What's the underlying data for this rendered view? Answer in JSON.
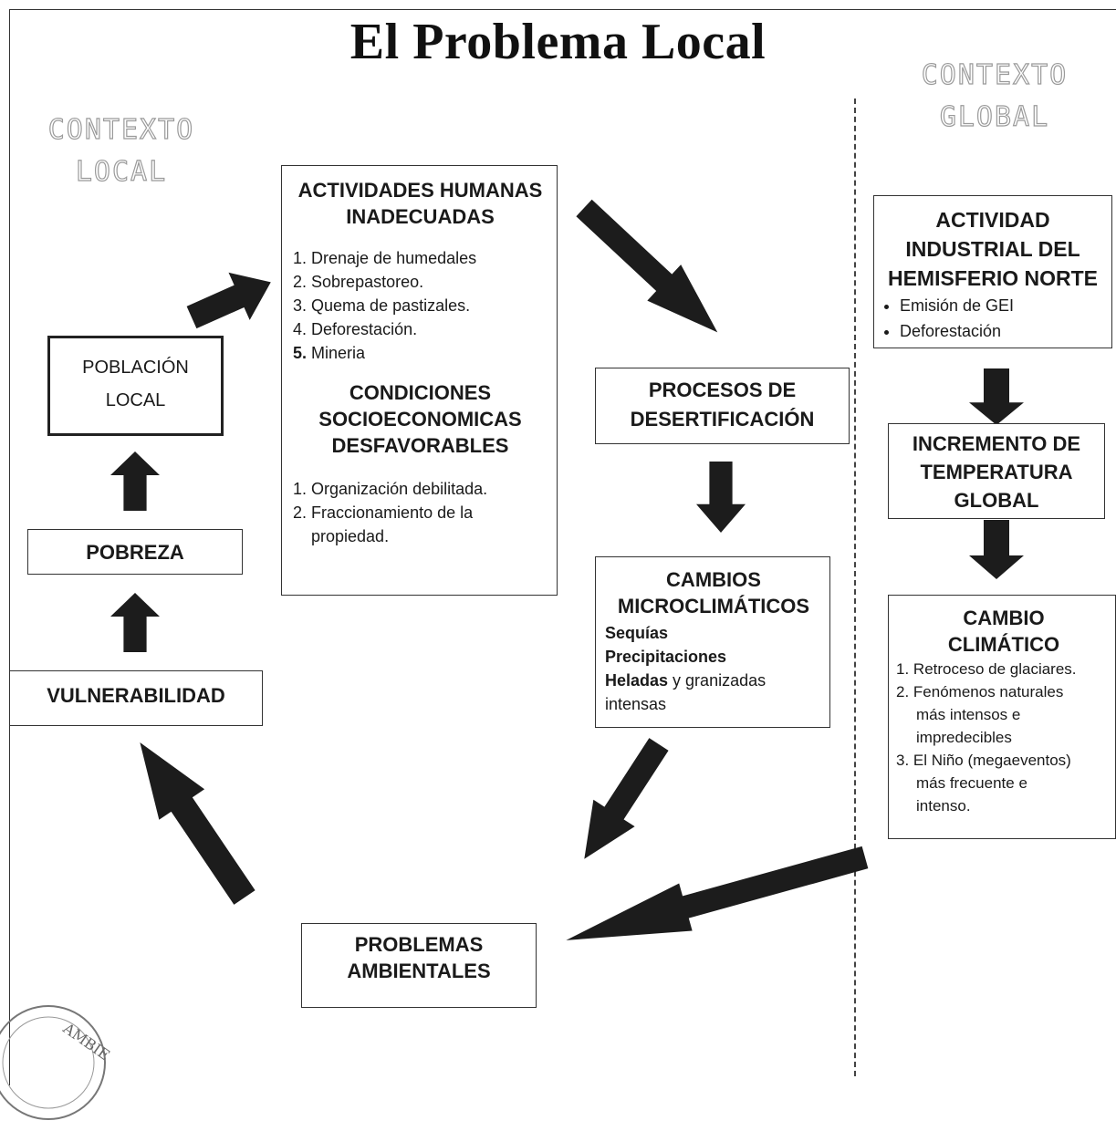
{
  "title": "El Problema Local",
  "context_local": [
    "CONTEXTO",
    "LOCAL"
  ],
  "context_global": [
    "CONTEXTO",
    "GLOBAL"
  ],
  "boxes": {
    "poblacion": [
      "POBLACIÓN",
      "LOCAL"
    ],
    "pobreza": "POBREZA",
    "vulnerabilidad": "VULNERABILIDAD",
    "actividades": {
      "heading": [
        "ACTIVIDADES HUMANAS",
        "INADECUADAS"
      ],
      "items": [
        {
          "num": "1.",
          "text": "Drenaje de humedales"
        },
        {
          "num": "2.",
          "text": "Sobrepastoreo."
        },
        {
          "num": "3.",
          "text": "Quema de pastizales."
        },
        {
          "num": "4.",
          "text": "Deforestación."
        },
        {
          "num": "5.",
          "text": "Mineria"
        }
      ],
      "heading2": [
        "CONDICIONES",
        "SOCIOECONOMICAS",
        "DESFAVORABLES"
      ],
      "items2": [
        {
          "num": "1.",
          "text": "Organización debilitada."
        },
        {
          "num": "2.",
          "text": "Fraccionamiento de la"
        },
        {
          "num": "",
          "text": "propiedad."
        }
      ]
    },
    "procesos": [
      "PROCESOS DE",
      "DESERTIFICACIÓN"
    ],
    "cambios_micro": {
      "heading": [
        "CAMBIOS",
        "MICROCLIMÁTICOS"
      ],
      "lines": [
        {
          "bold": "Sequías",
          "rest": ""
        },
        {
          "bold": "Precipitaciones",
          "rest": ""
        },
        {
          "bold": "Heladas",
          "rest": " y granizadas"
        },
        {
          "bold": "",
          "rest": "intensas"
        }
      ]
    },
    "problemas": [
      "PROBLEMAS",
      "AMBIENTALES"
    ],
    "actividad_industrial": {
      "heading": [
        "ACTIVIDAD",
        "INDUSTRIAL DEL",
        "HEMISFERIO NORTE"
      ],
      "bullets": [
        "Emisión de GEI",
        "Deforestación"
      ]
    },
    "incremento": [
      "INCREMENTO DE",
      "TEMPERATURA",
      "GLOBAL"
    ],
    "cambio_climatico": {
      "heading": [
        "CAMBIO",
        "CLIMÁTICO"
      ],
      "items": [
        {
          "num": "1.",
          "text": "Retroceso de glaciares."
        },
        {
          "num": "2.",
          "text": "Fenómenos naturales"
        },
        {
          "num": "",
          "text": "más intensos e"
        },
        {
          "num": "",
          "text": "impredecibles"
        },
        {
          "num": "3.",
          "text": "El Niño (megaeventos)"
        },
        {
          "num": "",
          "text": "más frecuente e"
        },
        {
          "num": "",
          "text": "intenso."
        }
      ]
    }
  },
  "stamp_text": "AMBIE",
  "colors": {
    "arrow": "#1c1c1c",
    "border": "#333333",
    "context_outline": "#9a9a9a"
  }
}
